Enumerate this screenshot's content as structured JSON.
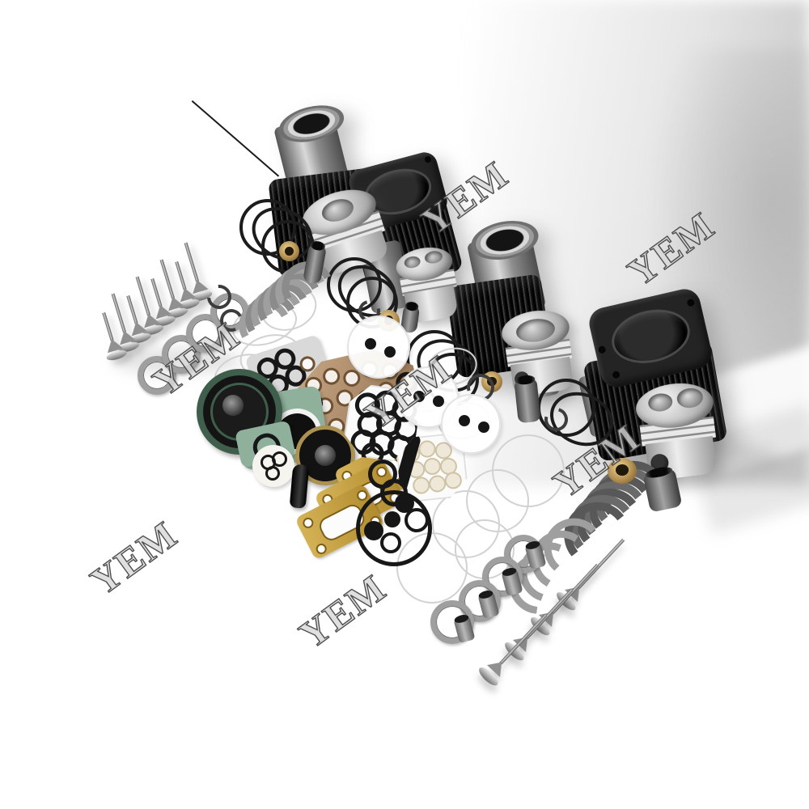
{
  "watermark": {
    "text": "YEM",
    "count": 7,
    "fill": "#ffffff",
    "outline": "#3e3e3e",
    "rotation_deg": -36
  },
  "palette": {
    "background": "#ffffff",
    "backdrop_shade": "#c9c9c9",
    "liner_black": "#1a1a1a",
    "sleeve_steel": "#9b9b9b",
    "piston_alloy": "#d7d7d7",
    "ring_black": "#1c1c1c",
    "ring_chrome_white": "#d2d2d2",
    "valve_steel": "#8a8a8a",
    "bearing_steel": "#9f9f9f",
    "gasket_green": "#8fb19c",
    "gasket_gold": "#b18a2e",
    "gasket_bronze": "#bb9877",
    "seal_teal": "#3f5f4c",
    "seal_gold_rim": "#ab9152",
    "bushing_bronze": "#b08d4f",
    "paper_white": "#f6f4ef"
  },
  "scene": {
    "type": "product-photo",
    "subject": "engine-overhaul-rebuild-kit",
    "visible_items": [
      {
        "name": "cylinder-liner",
        "count": 4
      },
      {
        "name": "piston",
        "count": 4
      },
      {
        "name": "piston-pin",
        "count": 4
      },
      {
        "name": "piston-ring-set-black",
        "count": 4
      },
      {
        "name": "piston-ring-set-chrome",
        "count": 1
      },
      {
        "name": "engine-valve",
        "count": 12
      },
      {
        "name": "valve-seat-ring",
        "count": 8
      },
      {
        "name": "valve-tappet",
        "count": 4
      },
      {
        "name": "bearing-shell-set",
        "count": 2
      },
      {
        "name": "bronze-bushing",
        "count": 4
      },
      {
        "name": "circlip",
        "count": 5
      },
      {
        "name": "oil-seal",
        "count": 2
      },
      {
        "name": "gasket-kit-pieces",
        "count": 20
      }
    ]
  }
}
